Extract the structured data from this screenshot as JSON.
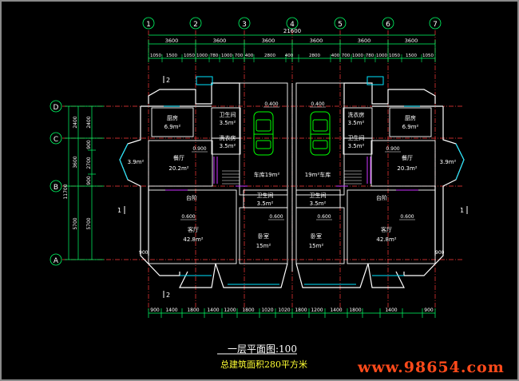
{
  "drawing": {
    "axis_labels_top": [
      "1",
      "2",
      "3",
      "4",
      "5",
      "6",
      "7"
    ],
    "axis_labels_left": [
      "D",
      "C",
      "B",
      "A"
    ],
    "top_dims_row1": [
      "3600",
      "3600",
      "3600",
      "3600",
      "3600",
      "3600"
    ],
    "top_total": "21600",
    "top_dims_row2": [
      "1050",
      "1500",
      "1050",
      "1000",
      "780",
      "1000",
      "700",
      "400",
      "2800",
      "400",
      "2800",
      "400",
      "700",
      "1000",
      "780",
      "1000",
      "1050",
      "1500",
      "1050"
    ],
    "bottom_dims": [
      "900",
      "1400",
      "1800",
      "1400",
      "1200",
      "1800",
      "1020",
      "1020",
      "1800",
      "1200",
      "1400",
      "1800",
      "1400",
      "900"
    ],
    "left_dims_outer": [
      "2400",
      "3600",
      "5700"
    ],
    "left_total": "11700",
    "left_dims_inner": [
      "2400",
      "900",
      "2700",
      "900",
      "5700"
    ],
    "rooms": {
      "kitchen_l": "厨房",
      "kitchen_l_area": "6.9m²",
      "kitchen_r": "厨房",
      "kitchen_r_area": "6.9m²",
      "bath1_l": "卫生间",
      "bath1_l_area": "3.5m²",
      "laundry_l": "洗衣房",
      "laundry_l_area": "3.5m²",
      "laundry_r": "洗衣房",
      "laundry_r_area": "3.5m²",
      "bath1_r": "卫生间",
      "bath1_r_area": "3.5m²",
      "dining_l": "餐厅",
      "dining_l_area": "20.2m²",
      "dining_r": "餐厅",
      "dining_r_area": "20.3m²",
      "bay_l_area": "3.9m²",
      "bay_r_area": "3.9m²",
      "garage_l": "车库19m²",
      "garage_r": "19m²车库",
      "bath2_l": "卫生间",
      "bath2_l_area": "3.5m²",
      "bath2_r": "卫生间",
      "bath2_r_area": "3.5m²",
      "step_l": "台阶",
      "step_r": "台阶",
      "living_l": "客厅",
      "living_l_area": "42.8m²",
      "living_r": "客厅",
      "living_r_area": "42.8m²",
      "bed_l": "卧室",
      "bed_l_area": "15m²",
      "bed_r": "卧室",
      "bed_r_area": "15m²"
    },
    "levels": [
      "0.400",
      "0.400",
      "0.900",
      "0.900",
      "0.600",
      "0.600",
      "0.600",
      "0.600"
    ],
    "section_marks": [
      "2",
      "1",
      "1",
      "2"
    ],
    "dim_900_a": "900",
    "dim_900_b": "900"
  },
  "caption": {
    "title": "一层平面图:100",
    "area": "总建筑面积280平方米"
  },
  "watermark": "www.98654.com",
  "colors": {
    "background": "#000000",
    "wall": "#ffffff",
    "axis": "#ff3b3b",
    "dimension": "#00ff66",
    "window": "#00e5ff",
    "text": "#ffffff",
    "yellow": "#ffff33",
    "car": "#00ff00",
    "purple": "#cc33ff"
  }
}
